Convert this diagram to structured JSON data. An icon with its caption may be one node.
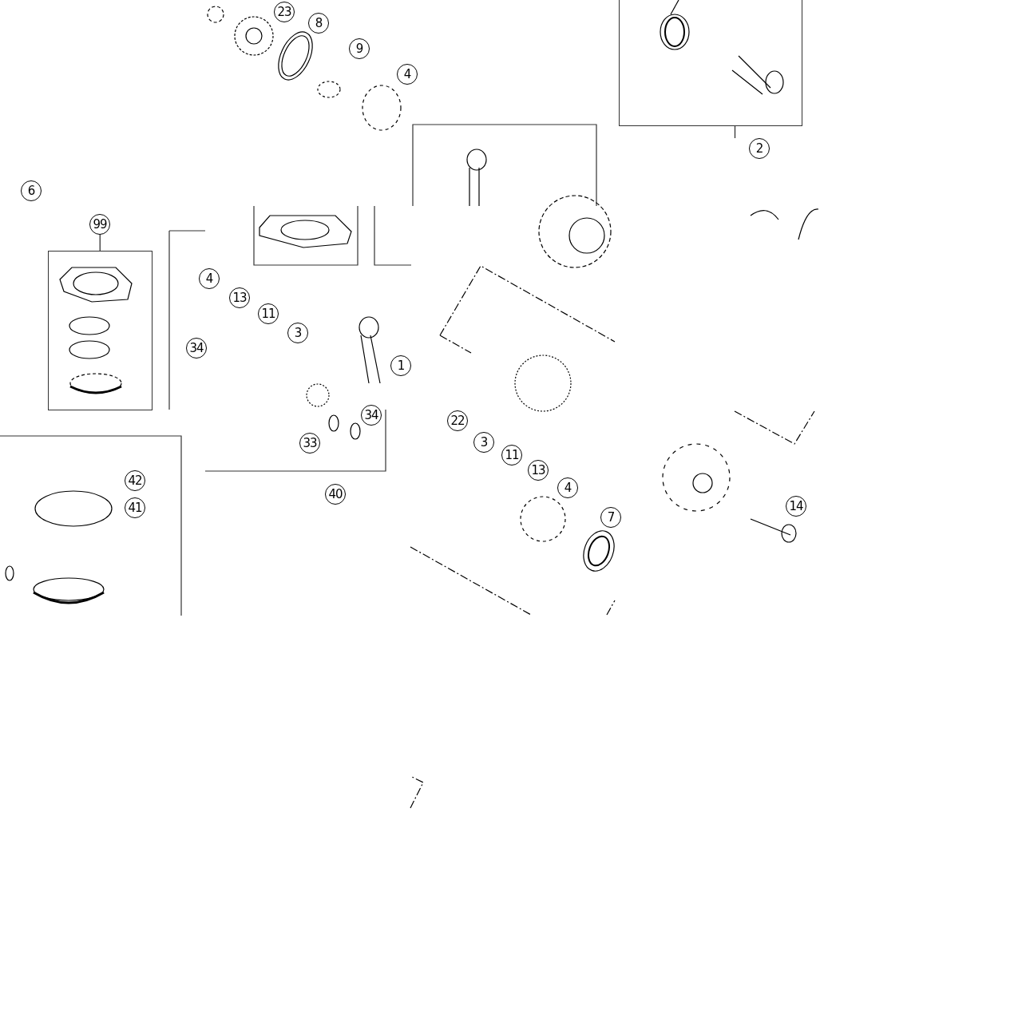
{
  "diagram": {
    "nodes": [
      {
        "text": [],
        "shape": "box"
      },
      {
        "text": [
          "23"
        ]
      },
      {
        "text": [
          "8"
        ]
      },
      {
        "text": [
          "9"
        ]
      },
      {
        "text": [
          "4"
        ]
      },
      {
        "text": [
          "2"
        ]
      },
      {
        "text": [
          "6"
        ]
      },
      {
        "text": [
          "99"
        ]
      },
      {
        "text": [],
        "shape": "box"
      },
      {
        "text": [
          "4"
        ]
      },
      {
        "text": [
          "13"
        ]
      },
      {
        "text": [
          "11"
        ]
      },
      {
        "text": [
          "3"
        ]
      },
      {
        "text": [
          "34"
        ]
      },
      {
        "text": [
          "1"
        ]
      },
      {
        "text": [
          "34"
        ]
      },
      {
        "text": [
          "22"
        ]
      },
      {
        "text": [
          "33"
        ]
      },
      {
        "text": [
          "3"
        ]
      },
      {
        "text": [
          "11"
        ]
      },
      {
        "text": [
          "13"
        ]
      },
      {
        "text": [
          "42"
        ]
      },
      {
        "text": [
          "4"
        ]
      },
      {
        "text": [
          "40"
        ]
      },
      {
        "text": [
          "41"
        ]
      },
      {
        "text": [
          "7"
        ]
      },
      {
        "text": [
          "14"
        ]
      }
    ],
    "edges": [
      {
        "from": 5,
        "to": 0,
        "arrow": "none"
      },
      {
        "from": 7,
        "to": 8,
        "arrow": "none"
      }
    ]
  }
}
